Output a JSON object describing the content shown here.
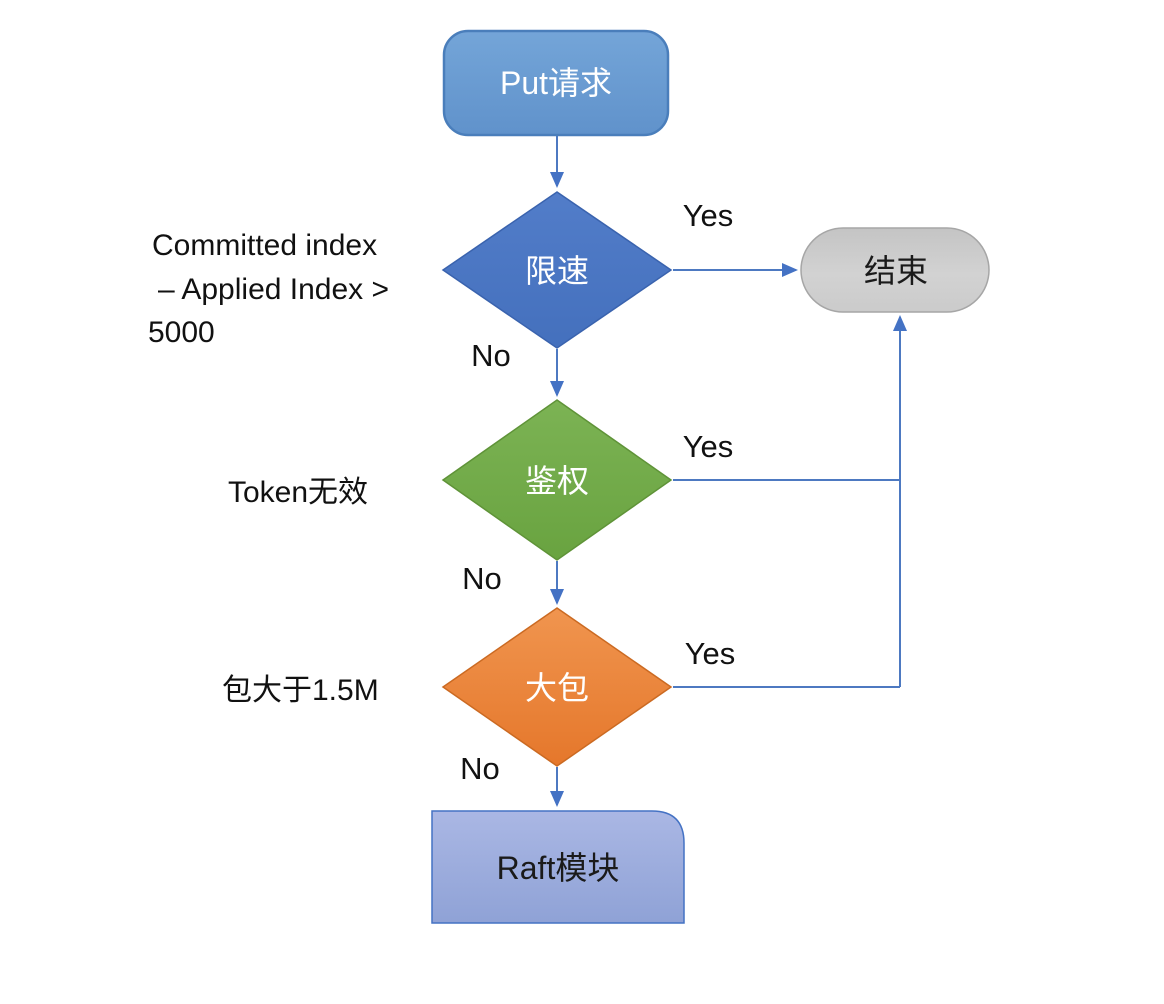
{
  "diagram": {
    "type": "flowchart",
    "nodes": {
      "start": {
        "label": "Put请求",
        "shape": "rounded-rectangle",
        "color": "#699bd3",
        "text_color": "#ffffff"
      },
      "rate_limit": {
        "label": "限速",
        "shape": "diamond",
        "color": "#4a72be",
        "text_color": "#ffffff"
      },
      "auth": {
        "label": "鉴权",
        "shape": "diamond",
        "color": "#70ad47",
        "text_color": "#ffffff"
      },
      "big_packet": {
        "label": "大包",
        "shape": "diamond",
        "color": "#e8833e",
        "text_color": "#ffffff"
      },
      "end": {
        "label": "结束",
        "shape": "stadium",
        "color": "#cdcdcd",
        "text_color": "#1a1a1a"
      },
      "raft": {
        "label": "Raft模块",
        "shape": "single-round-corner-rectangle",
        "color": "#9fafdf",
        "text_color": "#1a1a1a"
      }
    },
    "edge_labels": {
      "rate_limit_yes": "Yes",
      "rate_limit_no": "No",
      "auth_yes": "Yes",
      "auth_no": "No",
      "big_packet_yes": "Yes",
      "big_packet_no": "No"
    },
    "annotations": {
      "rate_limit_condition_line1": "Committed index",
      "rate_limit_condition_line2": "– Applied Index >",
      "rate_limit_condition_line3": "5000",
      "auth_condition": "Token无效",
      "big_packet_condition": "包大于1.5M"
    },
    "colors": {
      "connector": "#4d79c1",
      "arrowhead": "#4472c4"
    }
  }
}
